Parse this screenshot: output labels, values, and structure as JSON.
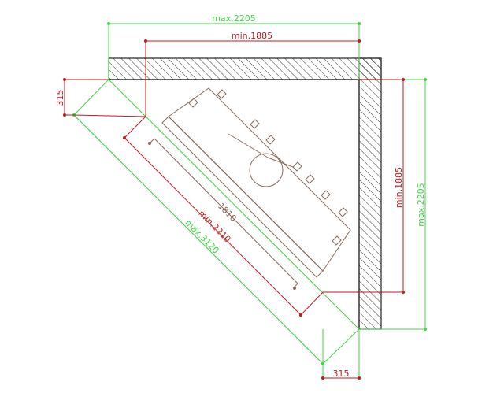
{
  "colors": {
    "green": "#3fd83f",
    "red": "#c41a1a",
    "brown": "#8a6a5a",
    "wall": "#333333",
    "background": "#ffffff"
  },
  "labels": {
    "top_max": "max.2205",
    "top_min": "min.1885",
    "right_max": "max.2205",
    "right_min": "min.1885",
    "left_depth": "315",
    "bottom_depth": "315",
    "diag_unit": "1810",
    "diag_min": "min.2210",
    "diag_max": "max.3120"
  }
}
